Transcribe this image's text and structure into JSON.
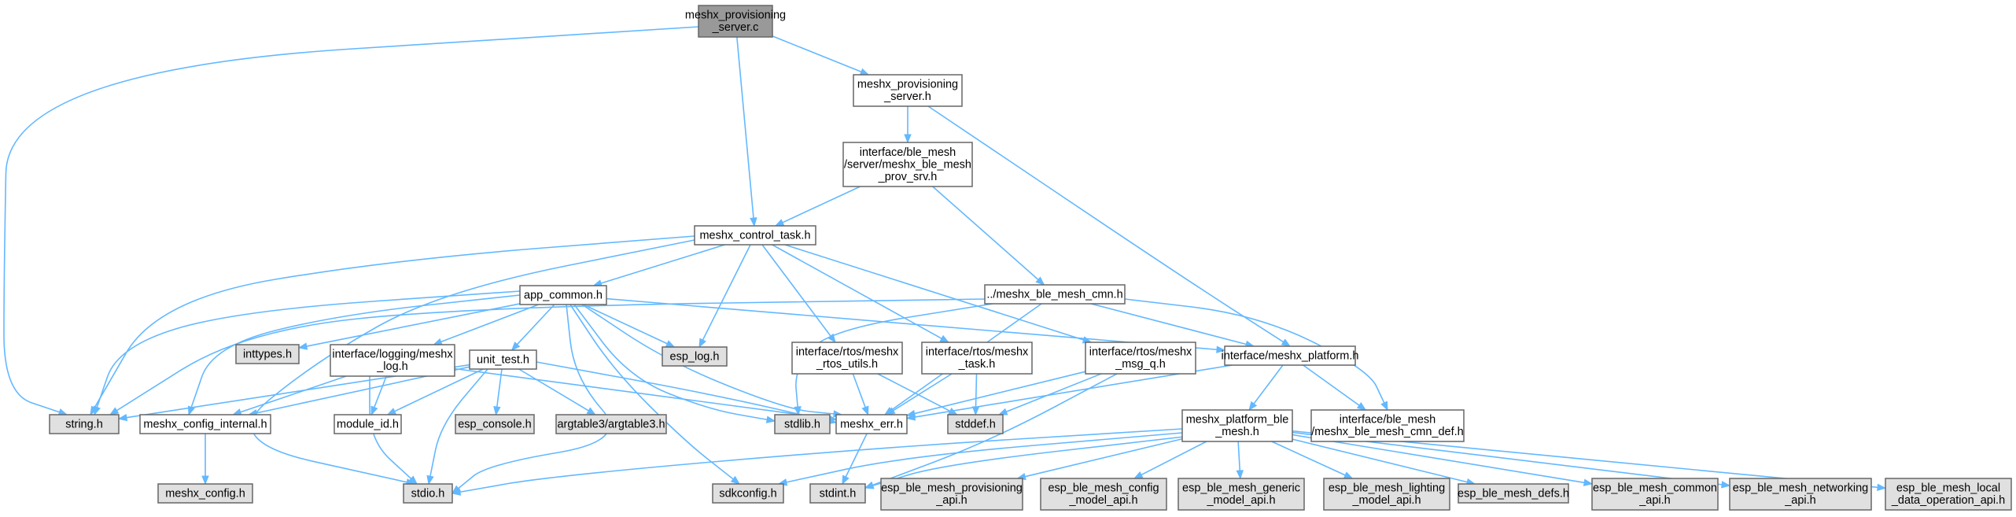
{
  "colors": {
    "root_fill": "#999999",
    "doc_fill": "#ffffff",
    "ext_fill": "#e0e0e0",
    "border": "#666666",
    "edge": "#63b8ff"
  },
  "nodes": [
    {
      "id": "root",
      "kind": "root",
      "lines": [
        "meshx_provisioning",
        "_server.c"
      ]
    },
    {
      "id": "prov_h",
      "kind": "doc",
      "lines": [
        "meshx_provisioning",
        "_server.h"
      ]
    },
    {
      "id": "prov_srv",
      "kind": "doc",
      "lines": [
        "interface/ble_mesh",
        "/server/meshx_ble_mesh",
        "_prov_srv.h"
      ]
    },
    {
      "id": "control",
      "kind": "doc",
      "lines": [
        "meshx_control_task.h"
      ]
    },
    {
      "id": "cmn",
      "kind": "doc",
      "lines": [
        "../meshx_ble_mesh_cmn.h"
      ]
    },
    {
      "id": "app_common",
      "kind": "doc",
      "lines": [
        "app_common.h"
      ]
    },
    {
      "id": "inttypes",
      "kind": "ext",
      "lines": [
        "inttypes.h"
      ]
    },
    {
      "id": "logging",
      "kind": "doc",
      "lines": [
        "interface/logging/meshx",
        "_log.h"
      ]
    },
    {
      "id": "unit_test",
      "kind": "doc",
      "lines": [
        "unit_test.h"
      ]
    },
    {
      "id": "esp_log",
      "kind": "ext",
      "lines": [
        "esp_log.h"
      ]
    },
    {
      "id": "rtos_utils",
      "kind": "doc",
      "lines": [
        "interface/rtos/meshx",
        "_rtos_utils.h"
      ]
    },
    {
      "id": "rtos_task",
      "kind": "doc",
      "lines": [
        "interface/rtos/meshx",
        "_task.h"
      ]
    },
    {
      "id": "msg_q",
      "kind": "doc",
      "lines": [
        "interface/rtos/meshx",
        "_msg_q.h"
      ]
    },
    {
      "id": "platform",
      "kind": "doc",
      "lines": [
        "interface/meshx_platform.h"
      ]
    },
    {
      "id": "string",
      "kind": "ext",
      "lines": [
        "string.h"
      ]
    },
    {
      "id": "config_internal",
      "kind": "doc",
      "lines": [
        "meshx_config_internal.h"
      ]
    },
    {
      "id": "module_id",
      "kind": "doc",
      "lines": [
        "module_id.h"
      ]
    },
    {
      "id": "esp_console",
      "kind": "ext",
      "lines": [
        "esp_console.h"
      ]
    },
    {
      "id": "argtable3",
      "kind": "ext",
      "lines": [
        "argtable3/argtable3.h"
      ]
    },
    {
      "id": "stdlib",
      "kind": "ext",
      "lines": [
        "stdlib.h"
      ]
    },
    {
      "id": "meshx_err",
      "kind": "doc",
      "lines": [
        "meshx_err.h"
      ]
    },
    {
      "id": "stddef",
      "kind": "ext",
      "lines": [
        "stddef.h"
      ]
    },
    {
      "id": "platform_ble",
      "kind": "doc",
      "lines": [
        "meshx_platform_ble",
        "_mesh.h"
      ]
    },
    {
      "id": "cmn_def",
      "kind": "doc",
      "lines": [
        "interface/ble_mesh",
        "/meshx_ble_mesh_cmn_def.h"
      ]
    },
    {
      "id": "meshx_config",
      "kind": "ext",
      "lines": [
        "meshx_config.h"
      ]
    },
    {
      "id": "stdio",
      "kind": "ext",
      "lines": [
        "stdio.h"
      ]
    },
    {
      "id": "sdkconfig",
      "kind": "ext",
      "lines": [
        "sdkconfig.h"
      ]
    },
    {
      "id": "stdint",
      "kind": "ext",
      "lines": [
        "stdint.h"
      ]
    },
    {
      "id": "ble_prov_api",
      "kind": "ext",
      "lines": [
        "esp_ble_mesh_provisioning",
        "_api.h"
      ]
    },
    {
      "id": "ble_config_api",
      "kind": "ext",
      "lines": [
        "esp_ble_mesh_config",
        "_model_api.h"
      ]
    },
    {
      "id": "ble_generic_api",
      "kind": "ext",
      "lines": [
        "esp_ble_mesh_generic",
        "_model_api.h"
      ]
    },
    {
      "id": "ble_lighting_api",
      "kind": "ext",
      "lines": [
        "esp_ble_mesh_lighting",
        "_model_api.h"
      ]
    },
    {
      "id": "ble_defs",
      "kind": "ext",
      "lines": [
        "esp_ble_mesh_defs.h"
      ]
    },
    {
      "id": "ble_common_api",
      "kind": "ext",
      "lines": [
        "esp_ble_mesh_common",
        "_api.h"
      ]
    },
    {
      "id": "ble_networking_api",
      "kind": "ext",
      "lines": [
        "esp_ble_mesh_networking",
        "_api.h"
      ]
    },
    {
      "id": "ble_local_data",
      "kind": "ext",
      "lines": [
        "esp_ble_mesh_local",
        "_data_operation_api.h"
      ]
    }
  ],
  "edges": [
    [
      "root",
      "prov_h"
    ],
    [
      "root",
      "control"
    ],
    [
      "root",
      "string"
    ],
    [
      "prov_h",
      "prov_srv"
    ],
    [
      "prov_h",
      "platform"
    ],
    [
      "prov_srv",
      "control"
    ],
    [
      "prov_srv",
      "cmn"
    ],
    [
      "control",
      "app_common"
    ],
    [
      "control",
      "esp_log"
    ],
    [
      "control",
      "rtos_utils"
    ],
    [
      "control",
      "rtos_task"
    ],
    [
      "control",
      "msg_q"
    ],
    [
      "control",
      "string"
    ],
    [
      "control",
      "stdio"
    ],
    [
      "cmn",
      "platform"
    ],
    [
      "cmn",
      "cmn_def"
    ],
    [
      "cmn",
      "meshx_err"
    ],
    [
      "cmn",
      "stdlib"
    ],
    [
      "cmn",
      "string"
    ],
    [
      "app_common",
      "inttypes"
    ],
    [
      "app_common",
      "logging"
    ],
    [
      "app_common",
      "unit_test"
    ],
    [
      "app_common",
      "esp_log"
    ],
    [
      "app_common",
      "platform"
    ],
    [
      "app_common",
      "string"
    ],
    [
      "app_common",
      "config_internal"
    ],
    [
      "app_common",
      "meshx_err"
    ],
    [
      "app_common",
      "stdio"
    ],
    [
      "app_common",
      "sdkconfig"
    ],
    [
      "app_common",
      "stdlib"
    ],
    [
      "logging",
      "config_internal"
    ],
    [
      "logging",
      "module_id"
    ],
    [
      "logging",
      "stdio"
    ],
    [
      "logging",
      "meshx_err"
    ],
    [
      "unit_test",
      "string"
    ],
    [
      "unit_test",
      "config_internal"
    ],
    [
      "unit_test",
      "module_id"
    ],
    [
      "unit_test",
      "esp_console"
    ],
    [
      "unit_test",
      "argtable3"
    ],
    [
      "unit_test",
      "meshx_err"
    ],
    [
      "unit_test",
      "stdio"
    ],
    [
      "rtos_utils",
      "meshx_err"
    ],
    [
      "rtos_utils",
      "stddef"
    ],
    [
      "rtos_task",
      "meshx_err"
    ],
    [
      "rtos_task",
      "stddef"
    ],
    [
      "msg_q",
      "meshx_err"
    ],
    [
      "msg_q",
      "stddef"
    ],
    [
      "msg_q",
      "stdint"
    ],
    [
      "platform",
      "platform_ble"
    ],
    [
      "platform",
      "cmn_def"
    ],
    [
      "platform",
      "meshx_err"
    ],
    [
      "config_internal",
      "meshx_config"
    ],
    [
      "meshx_err",
      "stdint"
    ],
    [
      "platform_ble",
      "stdio"
    ],
    [
      "platform_ble",
      "sdkconfig"
    ],
    [
      "platform_ble",
      "stdint"
    ],
    [
      "platform_ble",
      "ble_prov_api"
    ],
    [
      "platform_ble",
      "ble_config_api"
    ],
    [
      "platform_ble",
      "ble_generic_api"
    ],
    [
      "platform_ble",
      "ble_lighting_api"
    ],
    [
      "platform_ble",
      "ble_defs"
    ],
    [
      "platform_ble",
      "ble_common_api"
    ],
    [
      "platform_ble",
      "ble_networking_api"
    ],
    [
      "platform_ble",
      "ble_local_data"
    ]
  ]
}
